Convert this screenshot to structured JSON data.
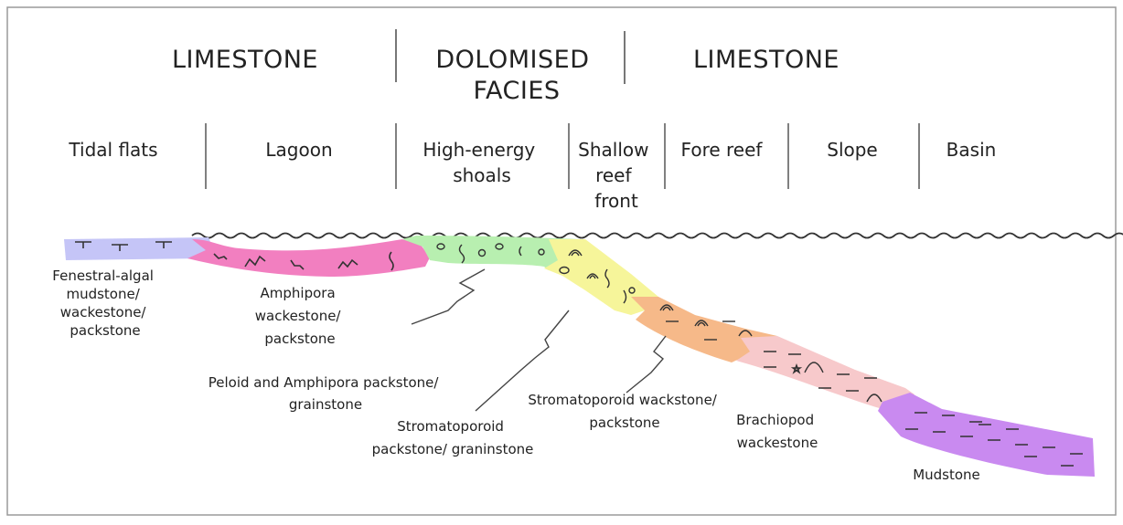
{
  "lithology_headers": [
    {
      "lines": [
        "LIMESTONE"
      ]
    },
    {
      "lines": [
        "DOLOMISED",
        "FACIES"
      ]
    },
    {
      "lines": [
        "LIMESTONE"
      ]
    }
  ],
  "environments": [
    {
      "lines": [
        "Tidal flats"
      ]
    },
    {
      "lines": [
        "Lagoon"
      ]
    },
    {
      "lines": [
        "High-energy",
        "shoals"
      ]
    },
    {
      "lines": [
        "Shallow",
        "reef",
        "front"
      ]
    },
    {
      "lines": [
        "Fore reef"
      ]
    },
    {
      "lines": [
        "Slope"
      ]
    },
    {
      "lines": [
        "Basin"
      ]
    }
  ],
  "facies_labels": [
    {
      "lines": [
        "Fenestral-algal",
        "mudstone/",
        "wackestone/",
        "packstone"
      ]
    },
    {
      "lines": [
        "Amphipora",
        "wackestone/",
        "packstone"
      ]
    },
    {
      "lines": [
        "Peloid and Amphipora packstone/",
        "grainstone"
      ]
    },
    {
      "lines": [
        "Stromatoporoid",
        "packstone/ graninstone"
      ]
    },
    {
      "lines": [
        "Stromatoporoid wackstone/",
        "packstone"
      ]
    },
    {
      "lines": [
        "Brachiopod",
        "wackestone"
      ]
    },
    {
      "lines": [
        "Mudstone"
      ]
    }
  ],
  "colors": {
    "tidal_flats": "#c5c5f7",
    "lagoon": "#f27fc0",
    "shoals": "#b8efb0",
    "reef_front": "#f6f59a",
    "fore_reef": "#f6b989",
    "slope": "#f7c9cb",
    "basin": "#c98af0",
    "ink": "#333333"
  }
}
